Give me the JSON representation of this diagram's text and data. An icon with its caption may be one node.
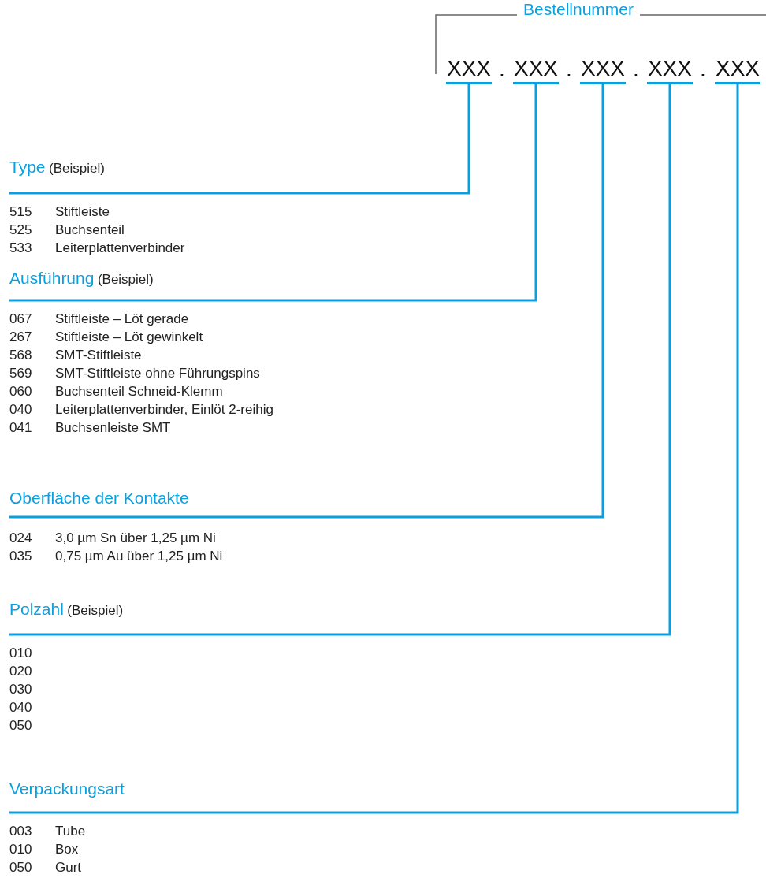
{
  "diagram": {
    "nodes": [
      {
        "text": [
          "XXX"
        ]
      },
      {
        "text": [
          "XXX"
        ]
      },
      {
        "text": [
          "XXX"
        ]
      },
      {
        "text": [
          "XXX"
        ]
      },
      {
        "text": [
          "XXX"
        ]
      },
      {
        "text": [
          "Type",
          "(Beispiel)"
        ],
        "beside": [
          "515 Stiftleiste",
          "525 Buchsenteil",
          "533 Leiterplattenverbinder"
        ]
      },
      {
        "text": [
          "Ausführung",
          "(Beispiel)"
        ],
        "beside": [
          "067 Stiftleiste – Löt gerade",
          "267 Stiftleiste – Löt gewinkelt",
          "568 SMT-Stiftleiste",
          "569 SMT-Stiftleiste ohne Führungspins",
          "060 Buchsenteil Schneid-Klemm",
          "040 Leiterplattenverbinder, Einlöt 2-reihig",
          "041 Buchsenleiste SMT"
        ]
      },
      {
        "text": [
          "Oberfläche der Kontakte"
        ],
        "beside": [
          "024 3,0 µm Sn über 1,25 µm Ni",
          "035 0,75 µm Au über 1,25 µm Ni"
        ]
      },
      {
        "text": [
          "Polzahl",
          "(Beispiel)"
        ],
        "beside": [
          "010",
          "020",
          "030",
          "040",
          "050"
        ]
      },
      {
        "text": [
          "Verpackungsart"
        ],
        "beside": [
          "003 Tube",
          "010 Box",
          "050 Gurt"
        ]
      }
    ],
    "edges": [
      {
        "from": 0,
        "to": 5,
        "arrow": "none"
      },
      {
        "from": 1,
        "to": 6,
        "arrow": "none"
      },
      {
        "from": 2,
        "to": 7,
        "arrow": "none"
      },
      {
        "from": 3,
        "to": 8,
        "arrow": "none"
      },
      {
        "from": 4,
        "to": 9,
        "arrow": "none"
      }
    ],
    "labels": [
      "Bestellnummer",
      ".",
      ".",
      ".",
      "."
    ]
  }
}
